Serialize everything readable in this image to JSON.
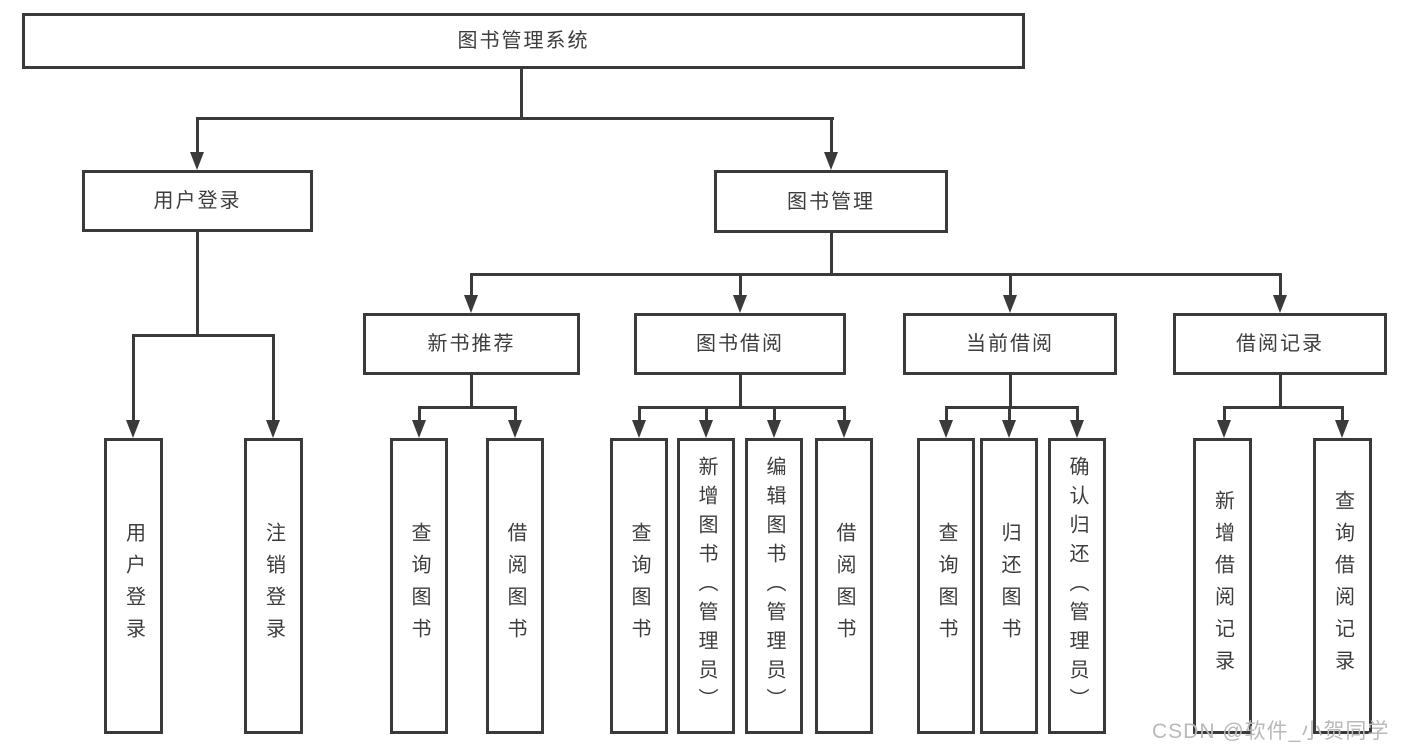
{
  "diagram": {
    "root": {
      "label": "图书管理系统"
    },
    "level2": [
      {
        "label": "用户登录"
      },
      {
        "label": "图书管理"
      }
    ],
    "level3": [
      {
        "label": "新书推荐"
      },
      {
        "label": "图书借阅"
      },
      {
        "label": "当前借阅"
      },
      {
        "label": "借阅记录"
      }
    ],
    "leaves": [
      {
        "label": "用户登录"
      },
      {
        "label": "注销登录"
      },
      {
        "label": "查询图书"
      },
      {
        "label": "借阅图书"
      },
      {
        "label": "查询图书"
      },
      {
        "label": "新增图书（管理员）"
      },
      {
        "label": "编辑图书（管理员）"
      },
      {
        "label": "借阅图书"
      },
      {
        "label": "查询图书"
      },
      {
        "label": "归还图书"
      },
      {
        "label": "确认归还（管理员）"
      },
      {
        "label": "新增借阅记录"
      },
      {
        "label": "查询借阅记录"
      }
    ],
    "watermark": "CSDN @软件_小贺同学",
    "colors": {
      "line": "#3a3a3a",
      "text": "#3d3d3d",
      "background": "#ffffff",
      "watermark": "#b9b9b9"
    }
  }
}
